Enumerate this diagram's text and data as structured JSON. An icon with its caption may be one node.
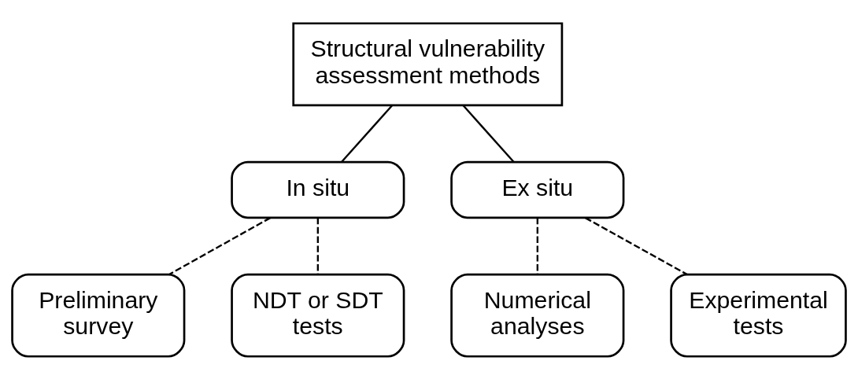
{
  "diagram": {
    "nodes": [
      {
        "text": [
          "Structural vulnerability assessment methods"
        ]
      },
      {
        "text": [
          "In situ"
        ]
      },
      {
        "text": [
          "Ex situ"
        ]
      },
      {
        "text": [
          "Preliminary survey"
        ]
      },
      {
        "text": [
          "NDT or SDT tests"
        ]
      },
      {
        "text": [
          "Numerical analyses"
        ]
      },
      {
        "text": [
          "Experimental tests"
        ]
      }
    ],
    "edges": [
      {
        "from": 0,
        "to": 1,
        "arrow": "none"
      },
      {
        "from": 0,
        "to": 2,
        "arrow": "none"
      },
      {
        "from": 1,
        "to": 3,
        "arrow": "none",
        "style": "dashed"
      },
      {
        "from": 1,
        "to": 4,
        "arrow": "none",
        "style": "dashed"
      },
      {
        "from": 2,
        "to": 5,
        "arrow": "none",
        "style": "dashed"
      },
      {
        "from": 2,
        "to": 6,
        "arrow": "none",
        "style": "dashed"
      }
    ]
  }
}
